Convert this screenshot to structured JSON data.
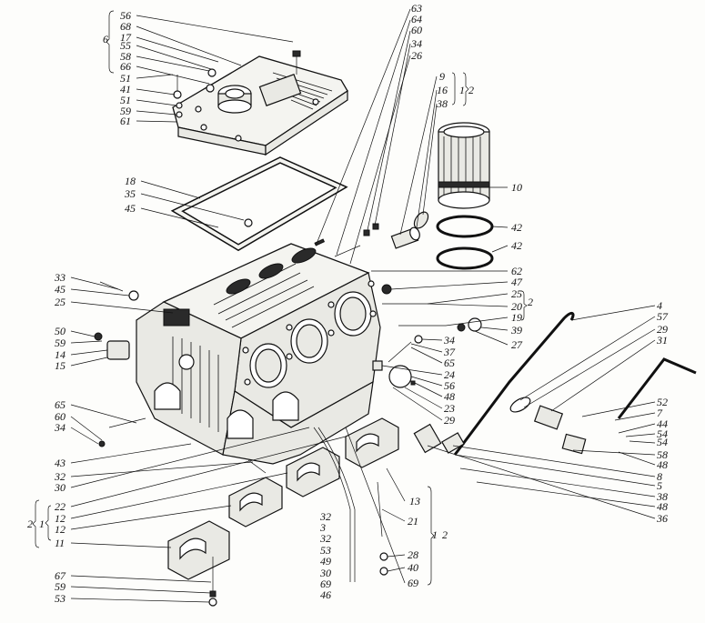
{
  "diagram": {
    "labels": [
      {
        "id": "t56a",
        "text": "56"
      },
      {
        "id": "t68",
        "text": "68"
      },
      {
        "id": "t17",
        "text": "17"
      },
      {
        "id": "t55",
        "text": "55"
      },
      {
        "id": "t58a",
        "text": "58"
      },
      {
        "id": "t66",
        "text": "66"
      },
      {
        "id": "t51a",
        "text": "51"
      },
      {
        "id": "t41",
        "text": "41"
      },
      {
        "id": "t51b",
        "text": "51"
      },
      {
        "id": "t59a",
        "text": "59"
      },
      {
        "id": "t61",
        "text": "61"
      },
      {
        "id": "t6",
        "text": "6"
      },
      {
        "id": "t63",
        "text": "63"
      },
      {
        "id": "t64",
        "text": "64"
      },
      {
        "id": "t60a",
        "text": "60"
      },
      {
        "id": "t34a",
        "text": "34"
      },
      {
        "id": "t26",
        "text": "26"
      },
      {
        "id": "t9",
        "text": "9"
      },
      {
        "id": "t16",
        "text": "16"
      },
      {
        "id": "t38a",
        "text": "38"
      },
      {
        "id": "t1a",
        "text": "1"
      },
      {
        "id": "t2a",
        "text": "2"
      },
      {
        "id": "t10",
        "text": "10"
      },
      {
        "id": "t42a",
        "text": "42"
      },
      {
        "id": "t42b",
        "text": "42"
      },
      {
        "id": "t18",
        "text": "18"
      },
      {
        "id": "t35",
        "text": "35"
      },
      {
        "id": "t45a",
        "text": "45"
      },
      {
        "id": "t62",
        "text": "62"
      },
      {
        "id": "t47",
        "text": "47"
      },
      {
        "id": "t25a",
        "text": "25"
      },
      {
        "id": "t2b",
        "text": "2"
      },
      {
        "id": "t20",
        "text": "20"
      },
      {
        "id": "t19",
        "text": "19"
      },
      {
        "id": "t33a",
        "text": "33"
      },
      {
        "id": "t45b",
        "text": "45"
      },
      {
        "id": "t25b",
        "text": "25"
      },
      {
        "id": "t4",
        "text": "4"
      },
      {
        "id": "t57",
        "text": "57"
      },
      {
        "id": "t29a",
        "text": "29"
      },
      {
        "id": "t31a",
        "text": "31"
      },
      {
        "id": "t39",
        "text": "39"
      },
      {
        "id": "t27",
        "text": "27"
      },
      {
        "id": "t50",
        "text": "50"
      },
      {
        "id": "t59b",
        "text": "59"
      },
      {
        "id": "t14",
        "text": "14"
      },
      {
        "id": "t15a",
        "text": "15"
      },
      {
        "id": "t34b",
        "text": "34"
      },
      {
        "id": "t37",
        "text": "37"
      },
      {
        "id": "t65a",
        "text": "65"
      },
      {
        "id": "t24",
        "text": "24"
      },
      {
        "id": "t56b",
        "text": "56"
      },
      {
        "id": "t48a",
        "text": "48"
      },
      {
        "id": "t23",
        "text": "23"
      },
      {
        "id": "t29b",
        "text": "29"
      },
      {
        "id": "t65b",
        "text": "65"
      },
      {
        "id": "t60b",
        "text": "60"
      },
      {
        "id": "t34c",
        "text": "34"
      },
      {
        "id": "t52",
        "text": "52"
      },
      {
        "id": "t7",
        "text": "7"
      },
      {
        "id": "t44",
        "text": "44"
      },
      {
        "id": "t54a",
        "text": "54"
      },
      {
        "id": "t54b",
        "text": "54"
      },
      {
        "id": "t58b",
        "text": "58"
      },
      {
        "id": "t48b",
        "text": "48"
      },
      {
        "id": "t8",
        "text": "8"
      },
      {
        "id": "t5",
        "text": "5"
      },
      {
        "id": "t38b",
        "text": "38"
      },
      {
        "id": "t48c",
        "text": "48"
      },
      {
        "id": "t36",
        "text": "36"
      },
      {
        "id": "t43",
        "text": "43"
      },
      {
        "id": "t32a",
        "text": "32"
      },
      {
        "id": "t30a",
        "text": "30"
      },
      {
        "id": "t22",
        "text": "22"
      },
      {
        "id": "t12a",
        "text": "12"
      },
      {
        "id": "t12b",
        "text": "12"
      },
      {
        "id": "t11",
        "text": "11"
      },
      {
        "id": "t2c",
        "text": "2"
      },
      {
        "id": "t1b",
        "text": "1"
      },
      {
        "id": "t13",
        "text": "13"
      },
      {
        "id": "t21",
        "text": "21"
      },
      {
        "id": "t32b",
        "text": "32"
      },
      {
        "id": "t3",
        "text": "3"
      },
      {
        "id": "t32c",
        "text": "32"
      },
      {
        "id": "t53a",
        "text": "53"
      },
      {
        "id": "t49",
        "text": "49"
      },
      {
        "id": "t30b",
        "text": "30"
      },
      {
        "id": "t69a",
        "text": "69"
      },
      {
        "id": "t46",
        "text": "46"
      },
      {
        "id": "t28",
        "text": "28"
      },
      {
        "id": "t40",
        "text": "40"
      },
      {
        "id": "t69b",
        "text": "69"
      },
      {
        "id": "t1c",
        "text": "1"
      },
      {
        "id": "t2d",
        "text": "2"
      },
      {
        "id": "t67",
        "text": "67"
      },
      {
        "id": "t59c",
        "text": "59"
      },
      {
        "id": "t53b",
        "text": "53"
      }
    ]
  }
}
